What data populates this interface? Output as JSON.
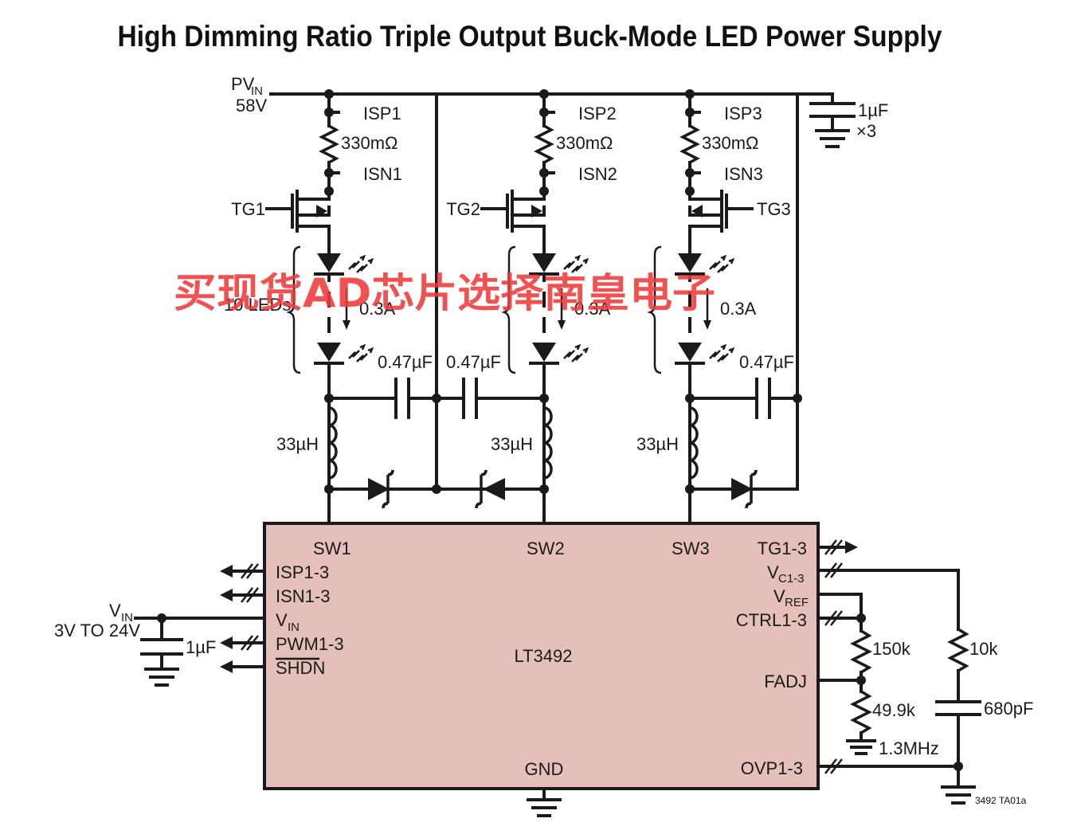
{
  "title": "High Dimming Ratio Triple Output Buck-Mode LED Power Supply",
  "supply": {
    "pv_label": "PV",
    "pv_sub": "IN",
    "pv_voltage": "58V"
  },
  "output_cap": {
    "value": "1µF",
    "count": "×3"
  },
  "channels": [
    {
      "isp": "ISP1",
      "isn": "ISN1",
      "sense_r": "330mΩ",
      "tg": "TG1",
      "current": "0.3A",
      "cap": "0.47µF",
      "inductor": "33µH",
      "leds": "10 LEDs"
    },
    {
      "isp": "ISP2",
      "isn": "ISN2",
      "sense_r": "330mΩ",
      "tg": "TG2",
      "current": "0.3A",
      "cap": "0.47µF",
      "inductor": "33µH"
    },
    {
      "isp": "ISP3",
      "isn": "ISN3",
      "sense_r": "330mΩ",
      "tg": "TG3",
      "current": "0.3A",
      "cap": "0.47µF",
      "inductor": "33µH"
    }
  ],
  "ic": {
    "name": "LT3492",
    "pins": {
      "sw1": "SW1",
      "sw2": "SW2",
      "sw3": "SW3",
      "isp": "ISP1-3",
      "isn": "ISN1-3",
      "vin": "V",
      "vin_sub": "IN",
      "pwm": "PWM1-3",
      "shdn": "SHDN",
      "tg": "TG1-3",
      "vc": "V",
      "vc_sub": "C1-3",
      "vref": "V",
      "vref_sub": "REF",
      "ctrl": "CTRL1-3",
      "fadj": "FADJ",
      "ovp": "OVP1-3",
      "gnd": "GND"
    }
  },
  "input": {
    "label": "V",
    "label_sub": "IN",
    "range": "3V TO 24V",
    "cap": "1µF"
  },
  "components": {
    "r_top": "150k",
    "r_bottom": "49.9k",
    "freq": "1.3MHz",
    "r_comp": "10k",
    "c_comp": "680pF"
  },
  "figure_id": "3492 TA01a",
  "watermark": "买现货AD芯片选择南皇电子"
}
